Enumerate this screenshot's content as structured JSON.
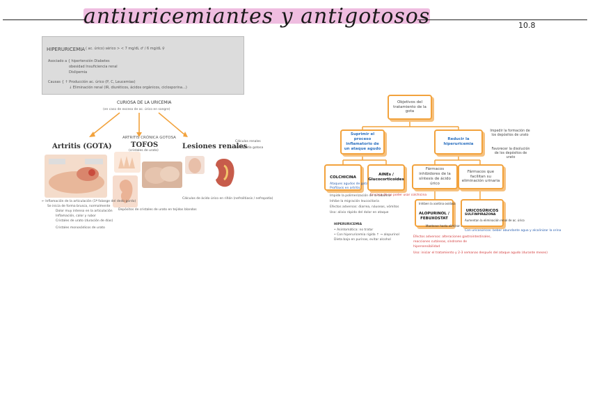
{
  "header": {
    "title": "antiuricemiantes y antigotosos",
    "page_number": "10.8"
  },
  "hyperuricemia_box": {
    "title": "HIPERURICEMIA",
    "definition": "( ac. úrico) sérico > < 7 mg/dL ♂ / 6 mg/dL ♀",
    "line1": "Asociado a  { hipertensión    Diabetes",
    "line2": "obesidad    Insuficiencia renal",
    "line3": "Dislipemia",
    "line4": "Causas  { ↑ Producción ac. úrico (P, C, Leucemias)",
    "line5": "↓ Eliminación renal (IR, diuréticos, ácidos orgánicos, ciclosporina...)"
  },
  "curiosa": {
    "title": "CURIOSA DE LA URICEMIA",
    "subtitle": "(en caso de exceso de ac. úrico en sangre)"
  },
  "sections": {
    "artritis": "Artritis (GOTA)",
    "tofos_header": "ARTRITIS CRÓNICA GOTOSA",
    "tofos": "TOFOS",
    "tofos_sub": "(cristales de urato)",
    "lesiones": "Lesiones renales",
    "lesiones_notes": [
      "Cálculos renales",
      "Nefropatía gotosa"
    ],
    "artritis_notes": [
      "← Inflamación de la articulación (1ª falange del dedo gordo)",
      "Se inicia de forma brusca, normalmente",
      "Dolor muy intenso en la articulación",
      "Inflamación, calor y rubor",
      "Cristales de urato (duración de días)",
      "Cristales monosódicos de urato"
    ],
    "tofos_notes": "Depósitos de cristales de urato en tejidos blandos",
    "lesiones_notes2": "Cálculos de ácido úrico en riñón (nefrolitiasis / nefropatía)"
  },
  "diagram": {
    "root": "Objetivos del tratamiento de la gota",
    "left": "Suprimir el proceso inflamatorio de un ataque agudo",
    "right": "Reducir la hiperuricemia",
    "right_notes": [
      "Impedir la formación de los depósitos de urato",
      "Favorecer la disolución de los depósitos de urato"
    ],
    "colchicina": "COLCHICINA",
    "colchicina_notes": [
      "Ataques agudos de gota",
      "Profilaxis en artritis"
    ],
    "aines": "AINEs / Glucocorticoides",
    "aines_note": "En caso de no poder usar colchicina",
    "reduce_synthesis": "Fármacos inhibidores de la síntesis de ácido úrico",
    "facilitate_elim": "Fármacos que facilitan su eliminación urinaria",
    "allopurinol": "ALOPURINOL / FEBUXOSTAT",
    "allopurinol_notes": [
      "Inhiben la xantina oxidasa",
      "Mantener hasta eliminar tofos"
    ],
    "uricosuricos": "URICOSÚRICOS",
    "uricosuricos_sub": "SULFINPIRAZONA",
    "uricosuricos_note": "Aumentan la eliminación renal de ac. úrico",
    "left_notes": [
      "Impide la polimerización de la tubulina",
      "Inhibe la migración leucocitaria",
      "Efectos adversos: diarrea, náuseas, vómitos",
      "Uso: alivio rápido del dolor en ataque"
    ],
    "hiperuricemia_title": "HIPERURICEMIA",
    "hiperuricemia_notes": [
      "• Asintomática: no tratar",
      "• Con hiperuricemia rigida ↑ → alopurinol",
      "  Dieta baja en purinas, evitar alcohol"
    ],
    "red_notes": [
      "Efectos adversos: alteraciones gastrointestinales,",
      "reacciones cutáneas, síndrome de",
      "hipersensibilidad"
    ],
    "bottom_note": "Uso: iniciar el tratamiento y 2-3 semanas después del ataque agudo (durante meses)",
    "blue_note": "Con uricosúricos: beber abundante agua y alcalinizar la orina"
  },
  "colors": {
    "orange": "#f2a23c",
    "pink_highlight": "#e9a7d6",
    "blue_text": "#2a6fbf",
    "red_text": "#d23a3a"
  }
}
